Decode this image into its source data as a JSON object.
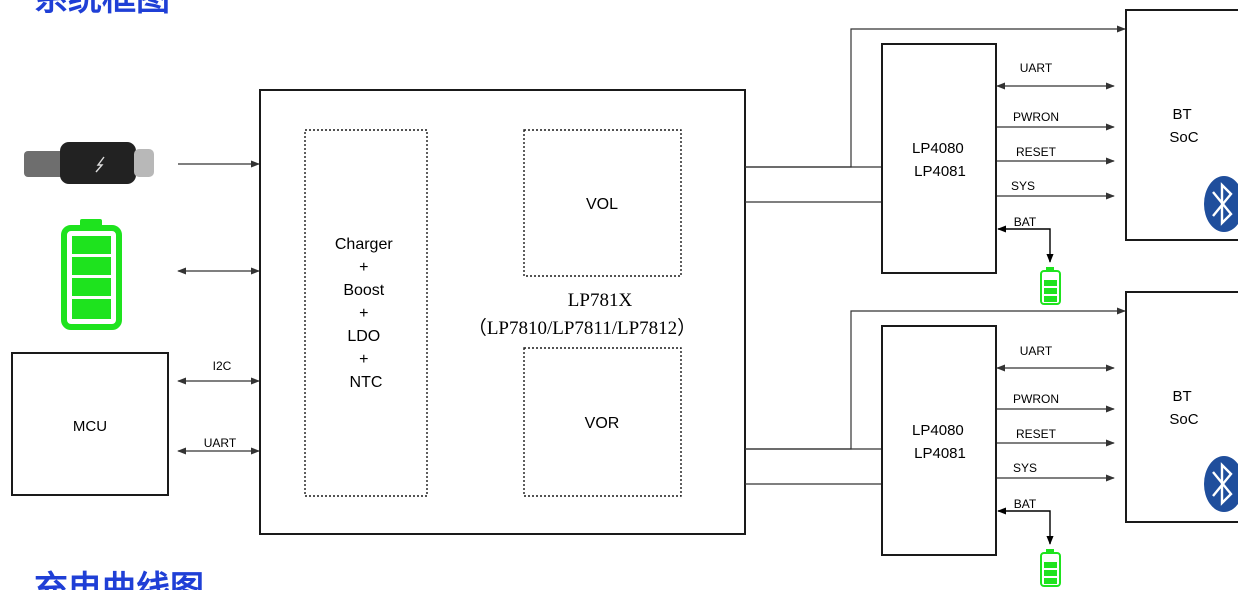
{
  "headings": {
    "top": "系统框图",
    "bottom": "充电曲线图"
  },
  "colors": {
    "heading": "#1f3fd6",
    "battery_green": "#1ee31e",
    "bluetooth_badge": "#1f4e9c"
  },
  "icons": {
    "usb_cable": "usb-c-cable-icon",
    "main_battery": "battery-full-icon",
    "small_battery": "battery-icon",
    "bluetooth": "bluetooth-icon"
  },
  "main_chip": {
    "name": "LP781X",
    "variants": "（LP7810/LP7811/LP7812）",
    "blocks": {
      "charger_lines": [
        "Charger",
        "+",
        "Boost",
        "+",
        "LDO",
        "+",
        "NTC"
      ],
      "vol": "VOL",
      "vor": "VOR"
    }
  },
  "mcu": {
    "label": "MCU",
    "i2c": "I2C",
    "uart": "UART"
  },
  "channels": [
    {
      "chip_lines": [
        "LP4080",
        "LP4081"
      ],
      "signals": {
        "uart": "UART",
        "pwron": "PWRON",
        "reset": "RESET",
        "sys": "SYS",
        "bat": "BAT"
      },
      "soc_lines": [
        "BT",
        "SoC"
      ]
    },
    {
      "chip_lines": [
        "LP4080",
        "LP4081"
      ],
      "signals": {
        "uart": "UART",
        "pwron": "PWRON",
        "reset": "RESET",
        "sys": "SYS",
        "bat": "BAT"
      },
      "soc_lines": [
        "BT",
        "SoC"
      ]
    }
  ]
}
